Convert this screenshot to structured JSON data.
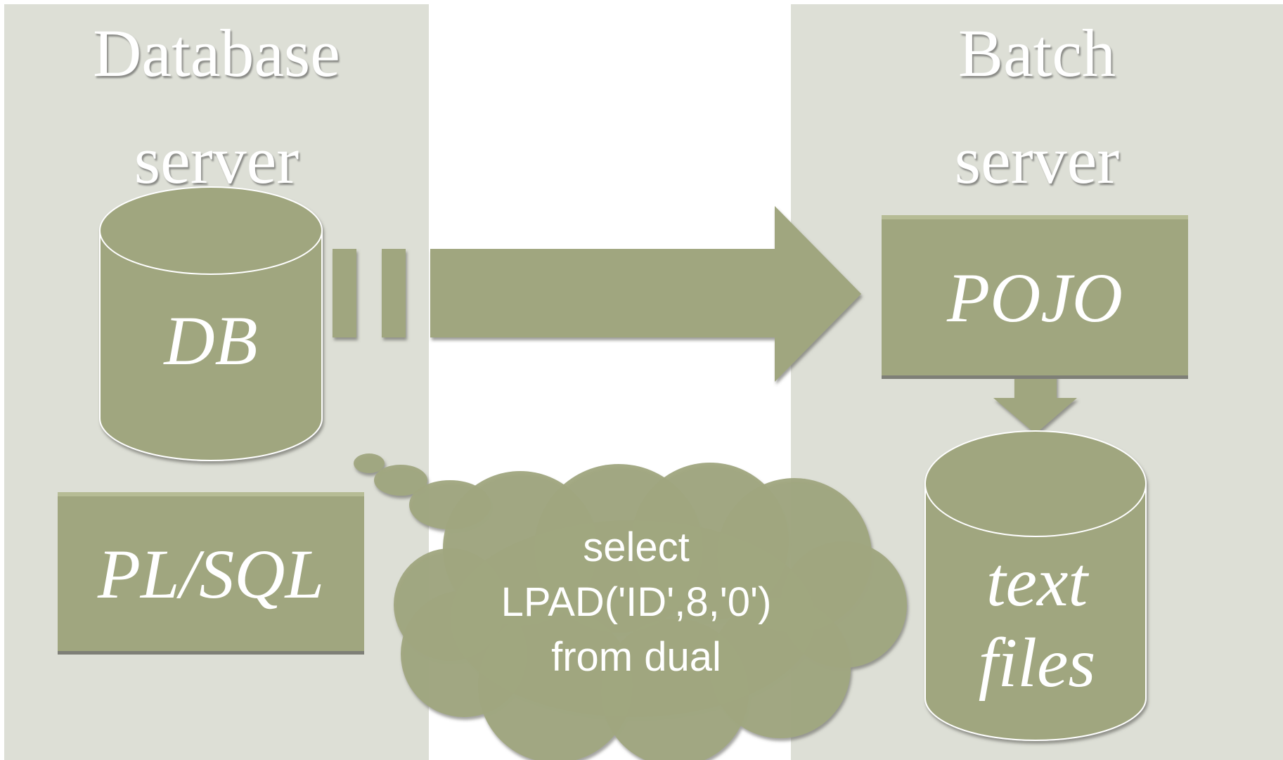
{
  "panels": {
    "left": {
      "title_line1": "Database",
      "title_line2": "server"
    },
    "right": {
      "title_line1": "Batch",
      "title_line2": "server"
    }
  },
  "nodes": {
    "db": "DB",
    "plsql": "PL/SQL",
    "pojo": "POJO",
    "files_line1": "text",
    "files_line2": "files"
  },
  "thought_bubble": {
    "line1": "select",
    "line2": "LPAD('ID',8,'0')",
    "line3": "from dual"
  },
  "colors": {
    "panel": "#dddfd6",
    "shape": "#a0a67f",
    "shape_shadow": "#7e7f77",
    "text": "#ffffff"
  }
}
